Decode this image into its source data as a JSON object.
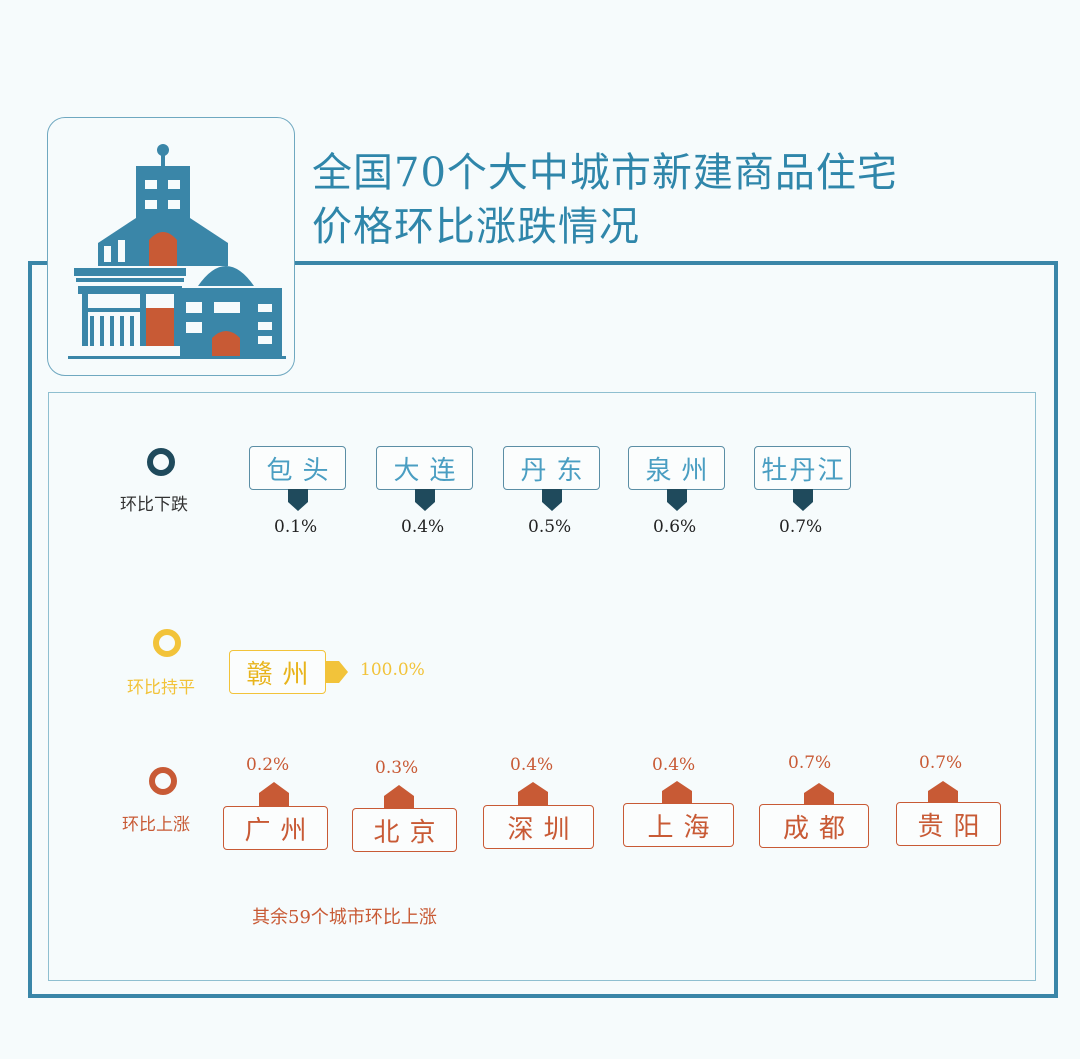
{
  "title": {
    "line1": "全国70个大中城市新建商品住宅",
    "line2": "价格环比涨跌情况"
  },
  "categories": {
    "down": {
      "label": "环比下跌",
      "color": "#1f4a5c",
      "cities": [
        {
          "name": "包头",
          "change": "0.1%"
        },
        {
          "name": "大连",
          "change": "0.4%"
        },
        {
          "name": "丹东",
          "change": "0.5%"
        },
        {
          "name": "泉州",
          "change": "0.6%"
        },
        {
          "name": "牡丹江",
          "change": "0.7%"
        }
      ]
    },
    "flat": {
      "label": "环比持平",
      "color": "#f2c33a",
      "cities": [
        {
          "name": "赣州",
          "change": "100.0%"
        }
      ]
    },
    "up": {
      "label": "环比上涨",
      "color": "#c85a35",
      "cities": [
        {
          "name": "广州",
          "change": "0.2%"
        },
        {
          "name": "北京",
          "change": "0.3%"
        },
        {
          "name": "深圳",
          "change": "0.4%"
        },
        {
          "name": "上海",
          "change": "0.4%"
        },
        {
          "name": "成都",
          "change": "0.7%"
        },
        {
          "name": "贵阳",
          "change": "0.7%"
        }
      ]
    }
  },
  "note": "其余59个城市环比上涨",
  "colors": {
    "primary_blue": "#3a86a8",
    "title_blue": "#2f86aa",
    "dark_navy": "#1f4a5c",
    "orange": "#c85a35",
    "yellow": "#f2c33a"
  },
  "icons": [
    "building-illustration-icon",
    "down-arrow-icon",
    "right-arrow-icon",
    "house-icon"
  ]
}
